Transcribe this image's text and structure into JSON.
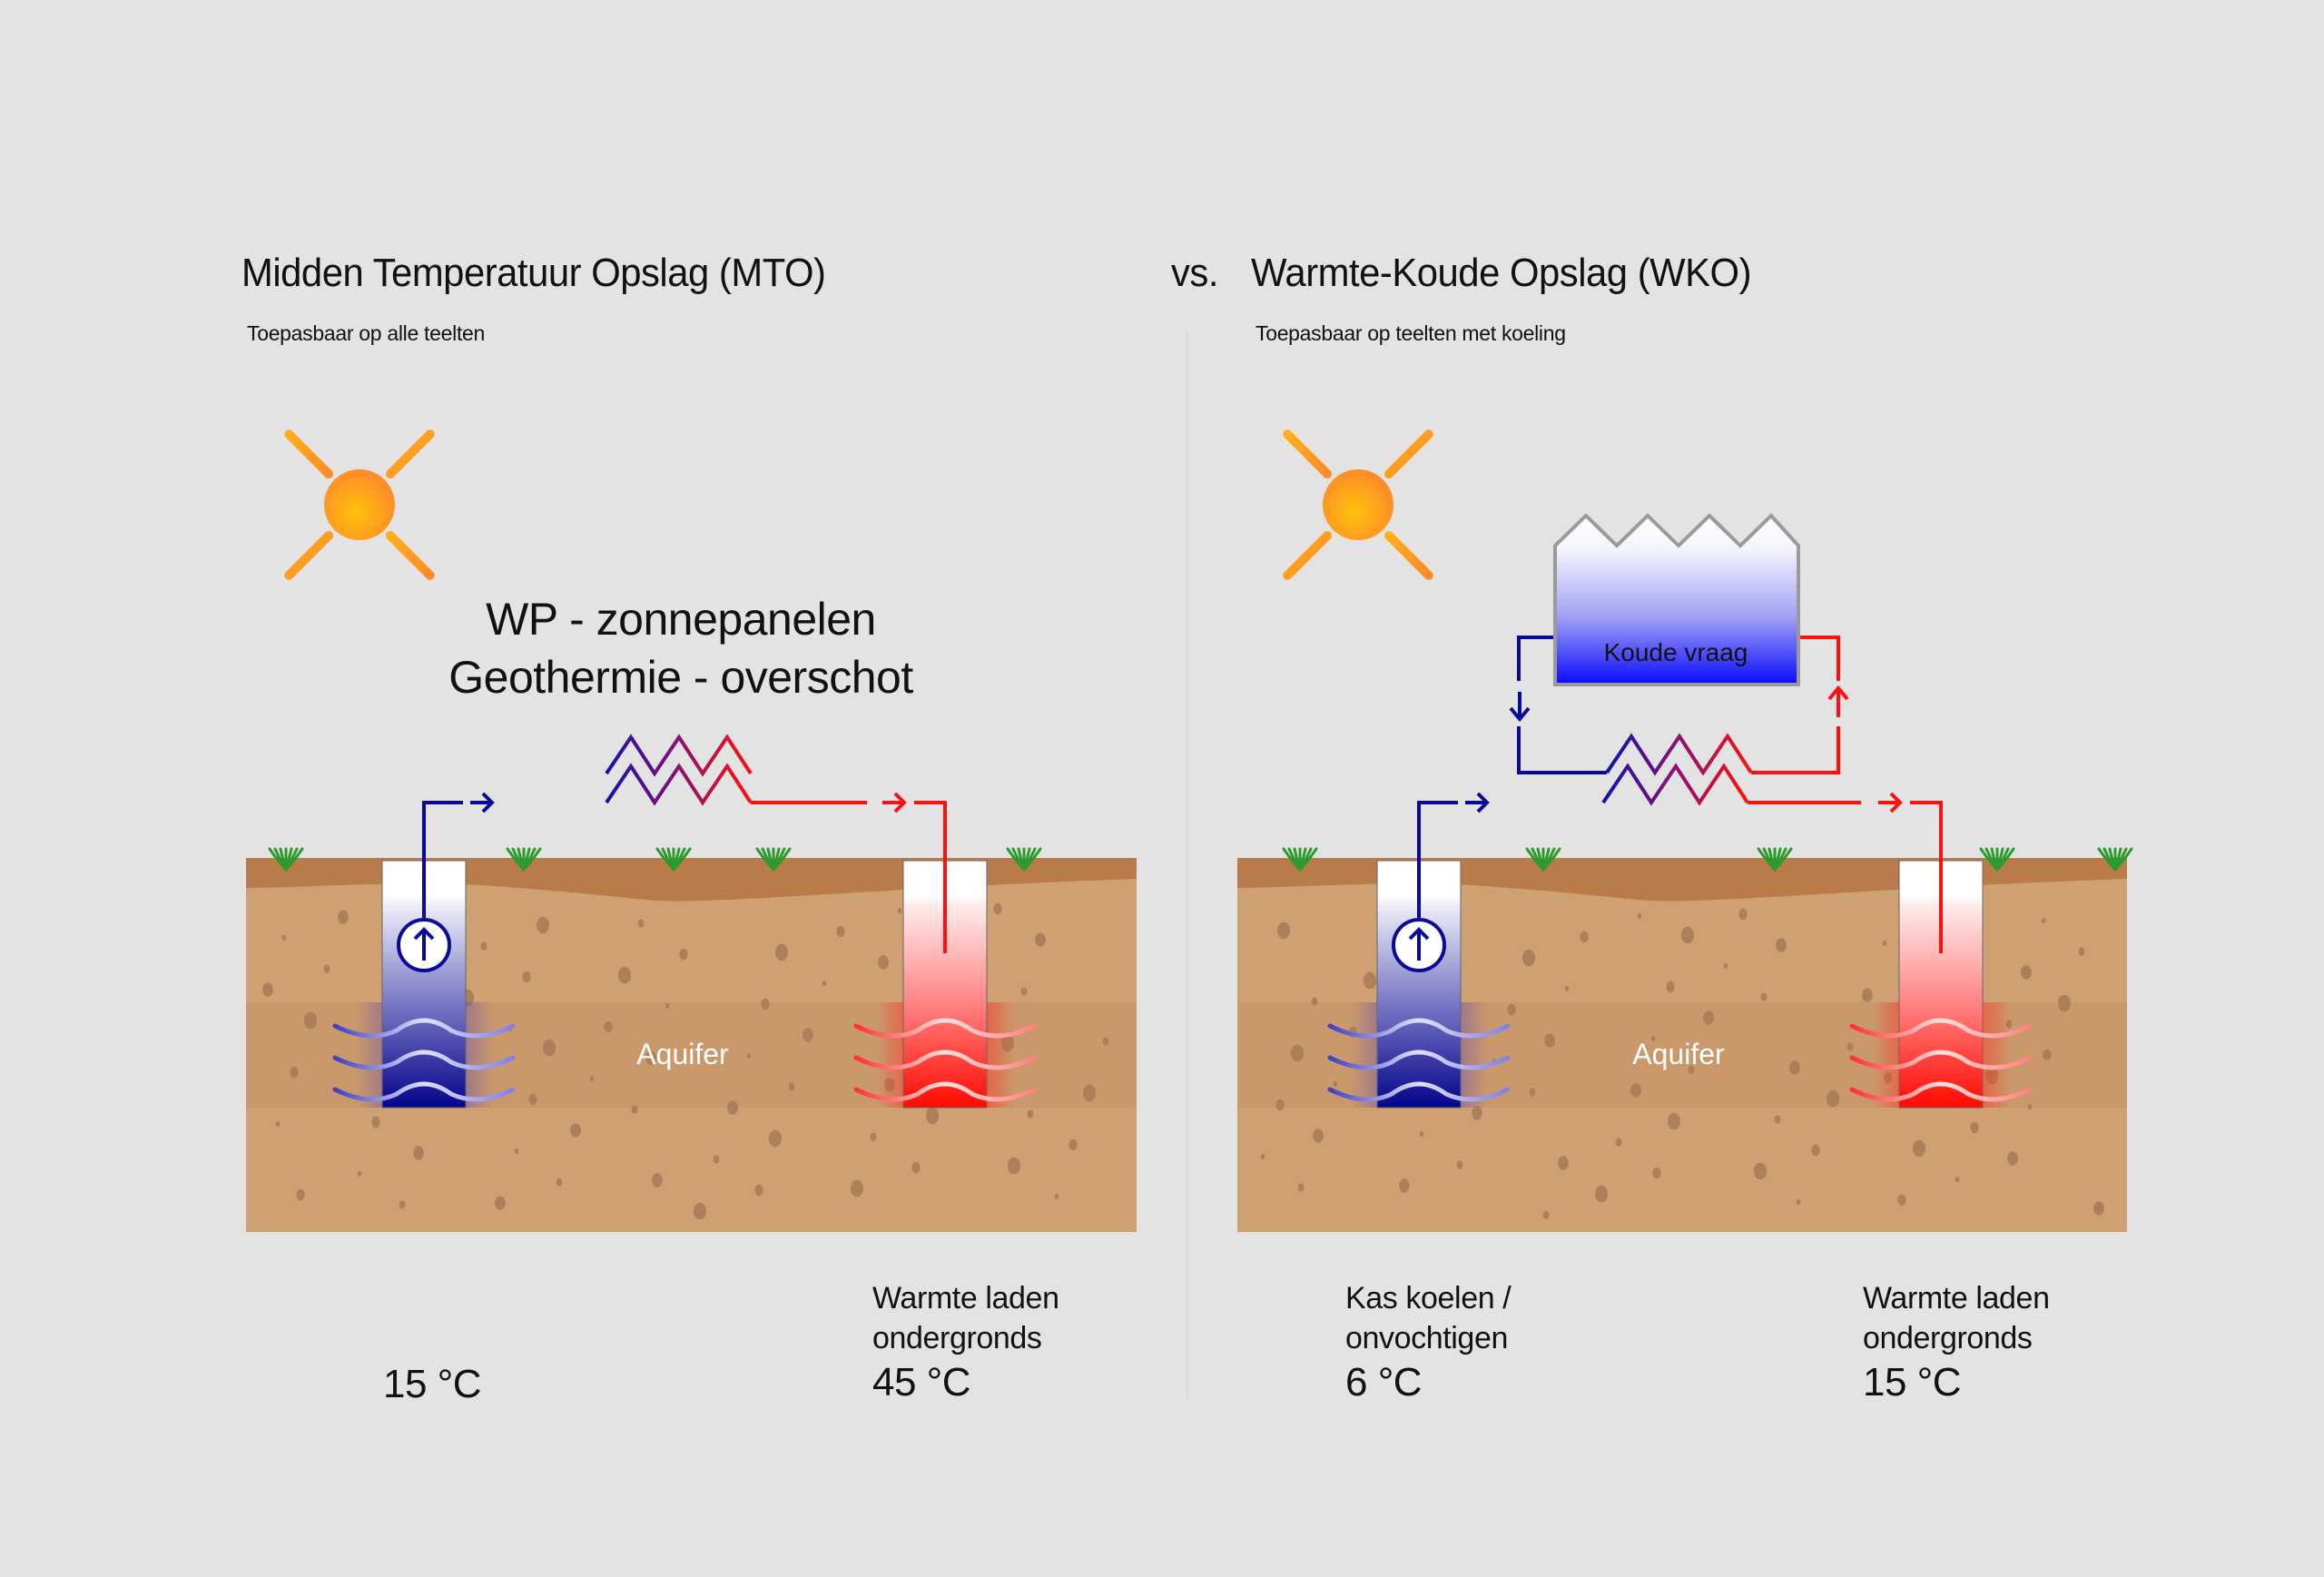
{
  "left_panel": {
    "title": "Midden Temperatuur Opslag (MTO)",
    "subtitle": "Toepasbaar op alle teelten",
    "heat_source_line1": "WP - zonnepanelen",
    "heat_source_line2": "Geothermie - overschot",
    "aquifer_label": "Aquifer",
    "cold_well": {
      "label_line1": "",
      "label_line2": "",
      "temperature": "15 °C"
    },
    "warm_well": {
      "label_line1": "Warmte laden",
      "label_line2": "ondergronds",
      "temperature": "45 °C"
    }
  },
  "separator": "vs.",
  "right_panel": {
    "title": "Warmte-Koude Opslag (WKO)",
    "subtitle": "Toepasbaar op teelten met koeling",
    "greenhouse_label": "Koude vraag",
    "aquifer_label": "Aquifer",
    "cold_well": {
      "label_line1": "Kas koelen /",
      "label_line2": "onvochtigen",
      "temperature": "6 °C"
    },
    "warm_well": {
      "label_line1": "Warmte laden",
      "label_line2": "ondergronds",
      "temperature": "15 °C"
    }
  },
  "colors": {
    "background": "#e3e3e3",
    "cold": "#0a0a9a",
    "warm": "#ff1010",
    "soil": "#cfa072",
    "topsoil": "#b97b4a",
    "grass": "#2e9a2e",
    "sun": "#ffa020"
  },
  "icons": [
    "sun-icon",
    "pump-arrow-up-icon",
    "heat-exchanger-icon",
    "greenhouse-icon",
    "flow-arrow-icon",
    "grass-icon"
  ]
}
